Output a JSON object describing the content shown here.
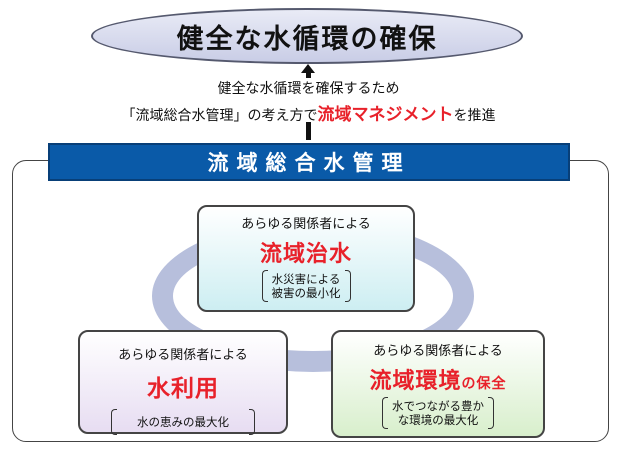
{
  "goal": {
    "title": "健全な水循環の確保"
  },
  "purpose": {
    "line1": "健全な水循環を確保するため",
    "line2_before": "「流域総合水管理」の考え方で",
    "line2_highlight": "流域マネジメント",
    "line2_after": "を推進"
  },
  "main": {
    "banner": "流域総合水管理"
  },
  "boxes": {
    "flood": {
      "actor": "あらゆる関係者による",
      "head": "流域治水",
      "sub_line1": "水災害による",
      "sub_line2": "被害の最小化"
    },
    "water_use": {
      "actor": "あらゆる関係者による",
      "head": "水利用",
      "sub_line1": "水の恵みの最大化"
    },
    "environment": {
      "actor": "あらゆる関係者による",
      "head": "流域環境",
      "head_suffix": "の保全",
      "sub_line1": "水でつながる豊か",
      "sub_line2": "な環境の最大化"
    }
  },
  "colors": {
    "highlight": "#e8212a",
    "banner": "#0a5aa8",
    "ring": "#b7bfdc"
  }
}
